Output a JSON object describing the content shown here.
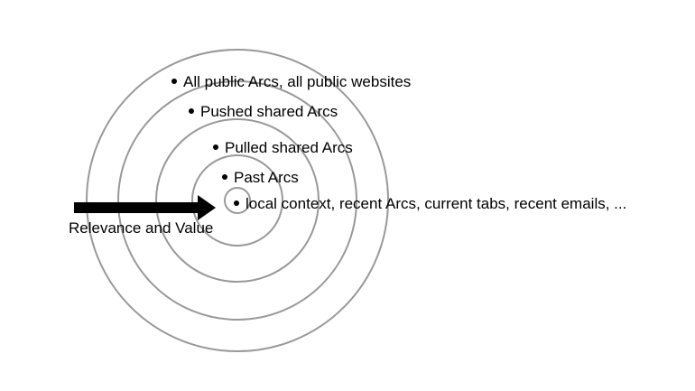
{
  "rings": [
    {
      "label": "All public Arcs, all public websites"
    },
    {
      "label": "Pushed shared Arcs"
    },
    {
      "label": "Pulled shared Arcs"
    },
    {
      "label": "Past Arcs"
    },
    {
      "label": "local context, recent Arcs, current tabs, recent emails, ..."
    }
  ],
  "arrow": {
    "label": "Relevance and Value"
  },
  "colors": {
    "ring": "#999999",
    "arrow": "#000000",
    "text": "#000000"
  }
}
